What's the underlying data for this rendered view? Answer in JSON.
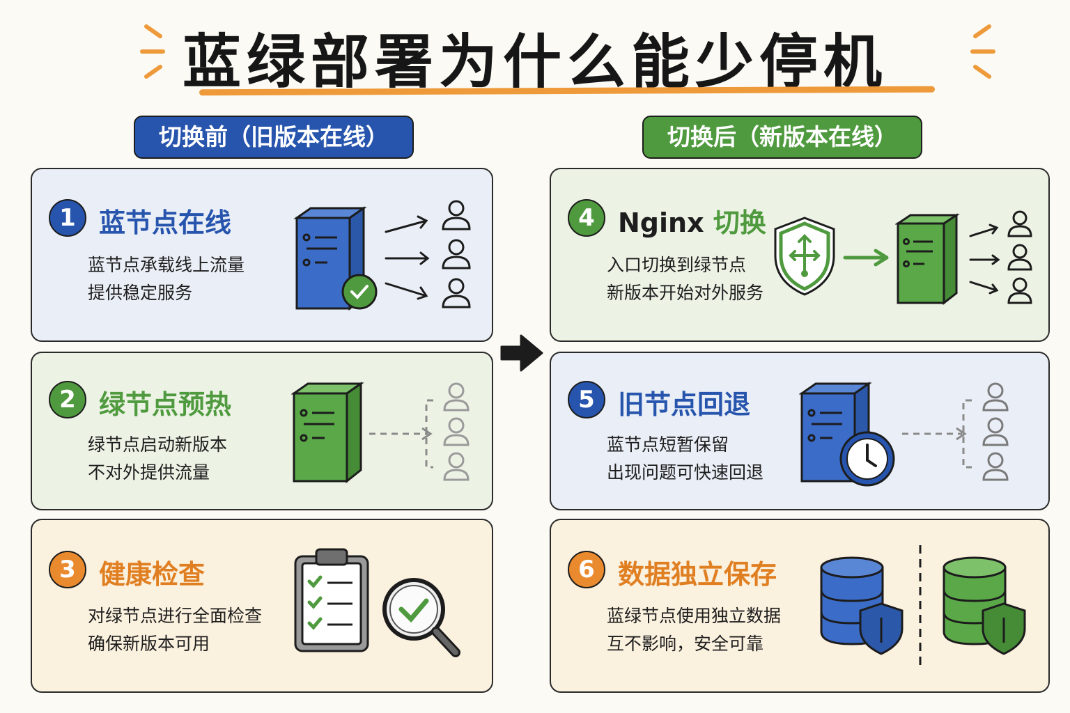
{
  "title": "蓝绿部署为什么能少停机",
  "before": {
    "label": "切换前（旧版本在线）",
    "cards": [
      {
        "num": "1",
        "heading": "蓝节点在线",
        "lines": [
          "蓝节点承载线上流量",
          "提供稳定服务"
        ]
      },
      {
        "num": "2",
        "heading": "绿节点预热",
        "lines": [
          "绿节点启动新版本",
          "不对外提供流量"
        ]
      },
      {
        "num": "3",
        "heading": "健康检查",
        "lines": [
          "对绿节点进行全面检查",
          "确保新版本可用"
        ]
      }
    ]
  },
  "after": {
    "label": "切换后（新版本在线）",
    "cards": [
      {
        "num": "4",
        "heading_a": "Nginx",
        "heading_b": "切换",
        "lines": [
          "入口切换到绿节点",
          "新版本开始对外服务"
        ]
      },
      {
        "num": "5",
        "heading": "旧节点回退",
        "lines": [
          "蓝节点短暂保留",
          "出现问题可快速回退"
        ]
      },
      {
        "num": "6",
        "heading": "数据独立保存",
        "lines": [
          "蓝绿节点使用独立数据",
          "互不影响，安全可靠"
        ]
      }
    ]
  },
  "colors": {
    "blue": "#2755ad",
    "green": "#4f9a3e",
    "orange": "#ea8a2e"
  },
  "icons": [
    "server-icon",
    "check-icon",
    "user-icon",
    "arrow-icon",
    "clipboard-icon",
    "magnifier-icon",
    "shield-icon",
    "routing-icon",
    "clock-icon",
    "database-icon"
  ]
}
